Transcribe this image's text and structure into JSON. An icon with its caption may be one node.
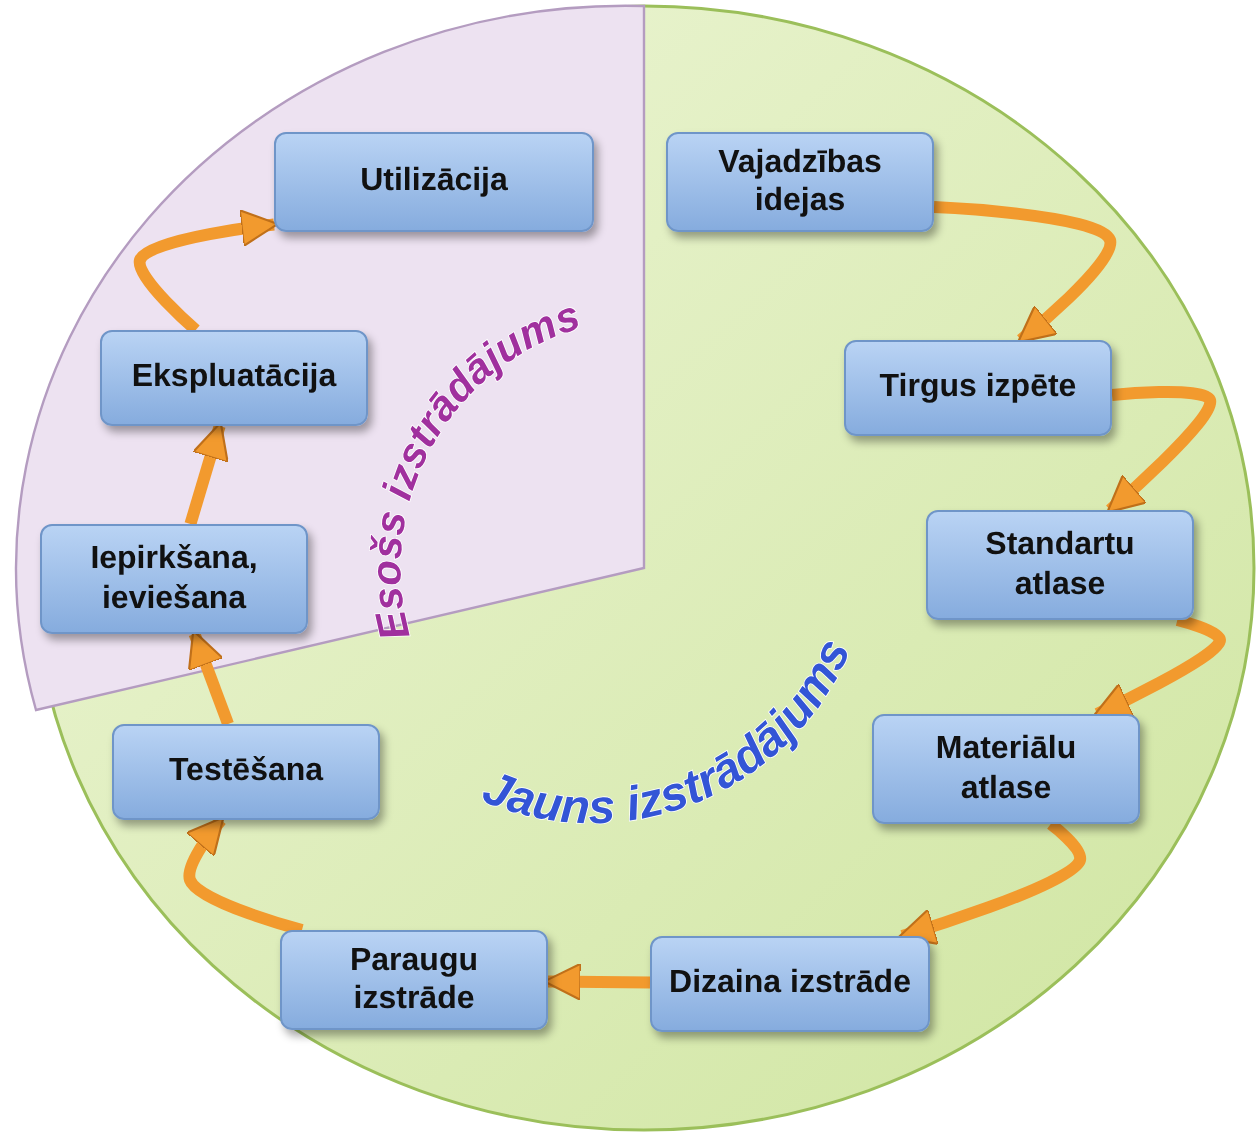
{
  "diagram": {
    "nodes": [
      {
        "text": [
          "Vajadzības idejas"
        ]
      },
      {
        "text": [
          "Tirgus izpēte"
        ]
      },
      {
        "text": [
          "Standartu atlase"
        ]
      },
      {
        "text": [
          "Materiālu atlase"
        ]
      },
      {
        "text": [
          "Dizaina izstrāde"
        ]
      },
      {
        "text": [
          "Paraugu izstrāde"
        ]
      },
      {
        "text": [
          "Testēšana"
        ]
      },
      {
        "text": [
          "Iepirkšana, ieviešana"
        ]
      },
      {
        "text": [
          "Ekspluatācija"
        ]
      },
      {
        "text": [
          "Utilizācija"
        ]
      }
    ],
    "edges": [
      {
        "from": 0,
        "to": 1,
        "arrow": "to"
      },
      {
        "from": 1,
        "to": 2,
        "arrow": "to"
      },
      {
        "from": 2,
        "to": 3,
        "arrow": "to"
      },
      {
        "from": 3,
        "to": 4,
        "arrow": "to"
      },
      {
        "from": 4,
        "to": 5,
        "arrow": "to"
      },
      {
        "from": 5,
        "to": 6,
        "arrow": "to"
      },
      {
        "from": 6,
        "to": 7,
        "arrow": "to"
      },
      {
        "from": 7,
        "to": 8,
        "arrow": "to"
      },
      {
        "from": 8,
        "to": 9,
        "arrow": "to"
      }
    ],
    "labels": [
      "Esošs izstrādājums",
      "Jauns izstrādājums"
    ]
  }
}
